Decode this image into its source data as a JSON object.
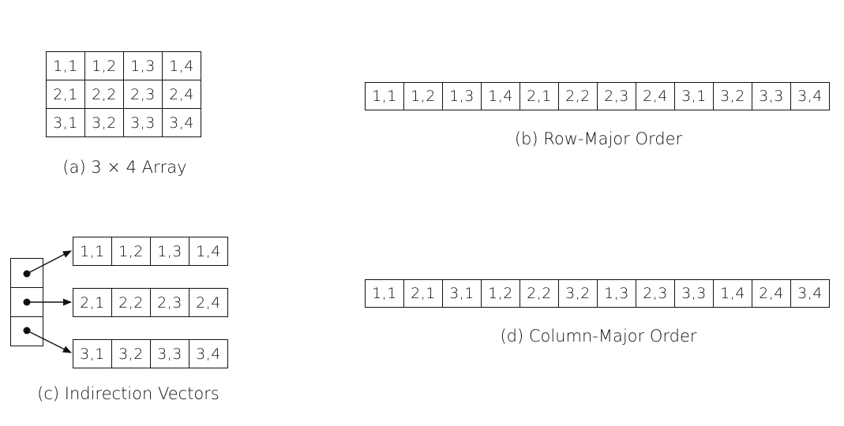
{
  "panel_a": {
    "caption": "(a) 3 × 4 Array",
    "rows": [
      [
        "1,1",
        "1,2",
        "1,3",
        "1,4"
      ],
      [
        "2,1",
        "2,2",
        "2,3",
        "2,4"
      ],
      [
        "3,1",
        "3,2",
        "3,3",
        "3,4"
      ]
    ]
  },
  "panel_b": {
    "caption": "(b) Row-Major Order",
    "cells": [
      "1,1",
      "1,2",
      "1,3",
      "1,4",
      "2,1",
      "2,2",
      "2,3",
      "2,4",
      "3,1",
      "3,2",
      "3,3",
      "3,4"
    ]
  },
  "panel_c": {
    "caption": "(c) Indirection Vectors",
    "pointer_count": 3,
    "rows": [
      [
        "1,1",
        "1,2",
        "1,3",
        "1,4"
      ],
      [
        "2,1",
        "2,2",
        "2,3",
        "2,4"
      ],
      [
        "3,1",
        "3,2",
        "3,3",
        "3,4"
      ]
    ]
  },
  "panel_d": {
    "caption": "(d) Column-Major Order",
    "cells": [
      "1,1",
      "2,1",
      "3,1",
      "1,2",
      "2,2",
      "3,2",
      "1,3",
      "2,3",
      "3,3",
      "1,4",
      "2,4",
      "3,4"
    ]
  }
}
